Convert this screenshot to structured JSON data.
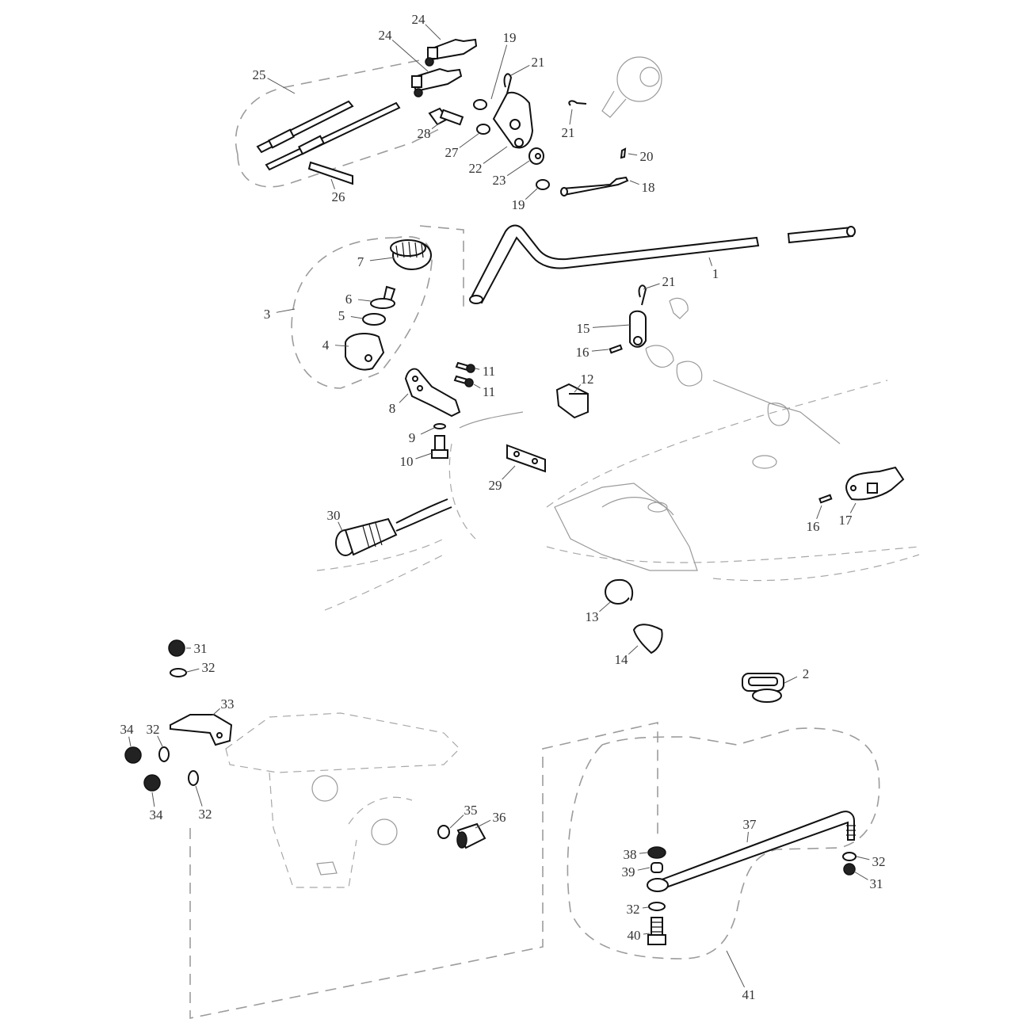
{
  "diagram": {
    "type": "exploded-parts-view",
    "subject": "Outboard steering / remote control linkage assembly",
    "colors": {
      "part_outline": "#111111",
      "ghost_outline": "#9a9a9a",
      "assembly_dash": "#9c9c9c",
      "callout_text": "#333333",
      "background": "#ffffff"
    },
    "callouts": [
      {
        "id": "c1",
        "label": "1"
      },
      {
        "id": "c2",
        "label": "2"
      },
      {
        "id": "c3",
        "label": "3"
      },
      {
        "id": "c4",
        "label": "4"
      },
      {
        "id": "c5",
        "label": "5"
      },
      {
        "id": "c6",
        "label": "6"
      },
      {
        "id": "c7",
        "label": "7"
      },
      {
        "id": "c8",
        "label": "8"
      },
      {
        "id": "c9",
        "label": "9"
      },
      {
        "id": "c10",
        "label": "10"
      },
      {
        "id": "c11a",
        "label": "11"
      },
      {
        "id": "c11b",
        "label": "11"
      },
      {
        "id": "c12",
        "label": "12"
      },
      {
        "id": "c13",
        "label": "13"
      },
      {
        "id": "c14",
        "label": "14"
      },
      {
        "id": "c15",
        "label": "15"
      },
      {
        "id": "c16a",
        "label": "16"
      },
      {
        "id": "c16b",
        "label": "16"
      },
      {
        "id": "c17",
        "label": "17"
      },
      {
        "id": "c18",
        "label": "18"
      },
      {
        "id": "c19a",
        "label": "19"
      },
      {
        "id": "c19b",
        "label": "19"
      },
      {
        "id": "c20",
        "label": "20"
      },
      {
        "id": "c21a",
        "label": "21"
      },
      {
        "id": "c21b",
        "label": "21"
      },
      {
        "id": "c21c",
        "label": "21"
      },
      {
        "id": "c22",
        "label": "22"
      },
      {
        "id": "c23",
        "label": "23"
      },
      {
        "id": "c24a",
        "label": "24"
      },
      {
        "id": "c24b",
        "label": "24"
      },
      {
        "id": "c25",
        "label": "25"
      },
      {
        "id": "c26",
        "label": "26"
      },
      {
        "id": "c27",
        "label": "27"
      },
      {
        "id": "c28",
        "label": "28"
      },
      {
        "id": "c29",
        "label": "29"
      },
      {
        "id": "c30",
        "label": "30"
      },
      {
        "id": "c31a",
        "label": "31"
      },
      {
        "id": "c31b",
        "label": "31"
      },
      {
        "id": "c32a",
        "label": "32"
      },
      {
        "id": "c32b",
        "label": "32"
      },
      {
        "id": "c32c",
        "label": "32"
      },
      {
        "id": "c32d",
        "label": "32"
      },
      {
        "id": "c32e",
        "label": "32"
      },
      {
        "id": "c33",
        "label": "33"
      },
      {
        "id": "c34a",
        "label": "34"
      },
      {
        "id": "c34b",
        "label": "34"
      },
      {
        "id": "c35",
        "label": "35"
      },
      {
        "id": "c36",
        "label": "36"
      },
      {
        "id": "c37",
        "label": "37"
      },
      {
        "id": "c38",
        "label": "38"
      },
      {
        "id": "c39",
        "label": "39"
      },
      {
        "id": "c40",
        "label": "40"
      },
      {
        "id": "c41",
        "label": "41"
      }
    ]
  }
}
